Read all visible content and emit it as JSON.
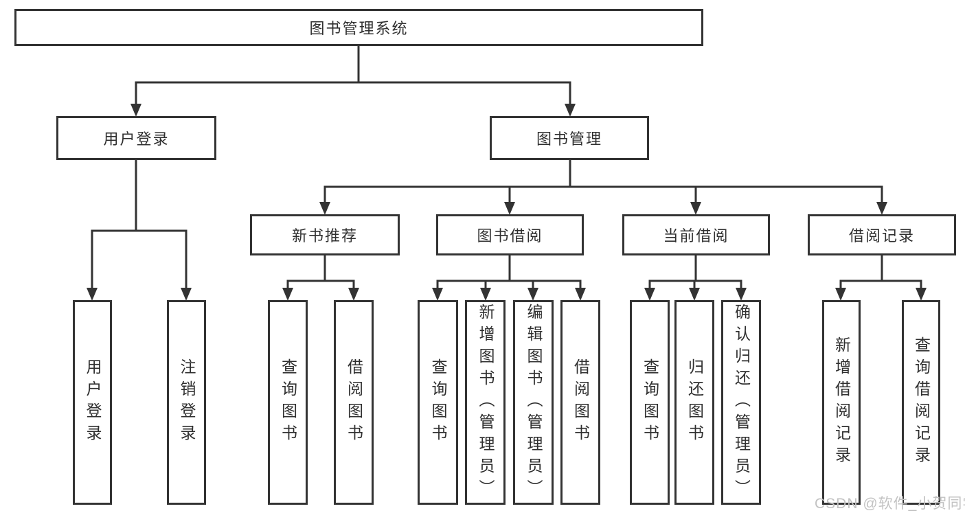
{
  "diagram": {
    "root": {
      "label": "图书管理系统"
    },
    "branches": [
      {
        "label": "用户登录",
        "children": [
          {
            "label": "用户登录"
          },
          {
            "label": "注销登录"
          }
        ]
      },
      {
        "label": "图书管理",
        "children": [
          {
            "label": "新书推荐",
            "children": [
              {
                "label": "查询图书"
              },
              {
                "label": "借阅图书"
              }
            ]
          },
          {
            "label": "图书借阅",
            "children": [
              {
                "label": "查询图书"
              },
              {
                "label": "新增图书（管理员）"
              },
              {
                "label": "编辑图书（管理员）"
              },
              {
                "label": "借阅图书"
              }
            ]
          },
          {
            "label": "当前借阅",
            "children": [
              {
                "label": "查询图书"
              },
              {
                "label": "归还图书"
              },
              {
                "label": "确认归还（管理员）"
              }
            ]
          },
          {
            "label": "借阅记录",
            "children": [
              {
                "label": "新增借阅记录"
              },
              {
                "label": "查询借阅记录"
              }
            ]
          }
        ]
      }
    ]
  },
  "colors": {
    "line": "#333333",
    "text": "#2f2f2f",
    "background": "#ffffff",
    "watermark": "#c2c2c2"
  },
  "watermark": {
    "text": "CSDN @软件_小贺同学"
  }
}
